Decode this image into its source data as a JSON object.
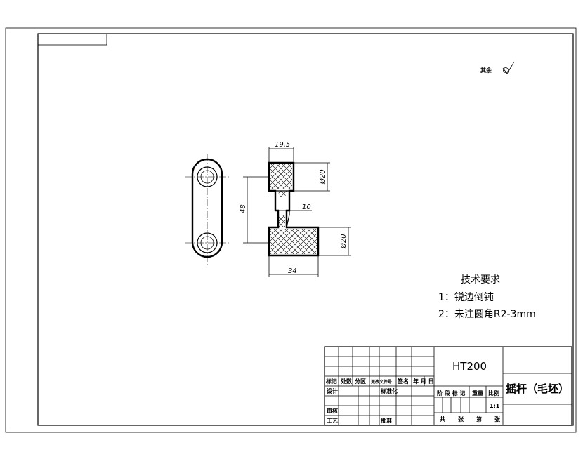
{
  "roughness_note": "其余",
  "dimensions": {
    "top_width": "19.5",
    "top_diameter": "Ø20",
    "center_distance": "48",
    "web_thickness": "10",
    "bottom_diameter": "Ø20",
    "bottom_width": "34"
  },
  "tech_requirements": {
    "title": "技术要求",
    "items": [
      "1：锐边倒钝",
      "2：未注圆角R2-3mm"
    ]
  },
  "title_block": {
    "material": "HT200",
    "part_name": "摇杆（毛坯）",
    "scale": "1:1",
    "revision_header": [
      "标记",
      "处数",
      "分区",
      "更改文件号",
      "签名",
      "年 月 日"
    ],
    "row_labels": [
      "设计",
      "审核",
      "工艺"
    ],
    "mid_labels": [
      "标准化",
      "批准"
    ],
    "stage_header": [
      "阶 段 标 记",
      "重量",
      "比例"
    ],
    "sheet_info": [
      "共",
      "张",
      "第",
      "张"
    ]
  },
  "colors": {
    "line": "#000000",
    "background": "#ffffff"
  }
}
